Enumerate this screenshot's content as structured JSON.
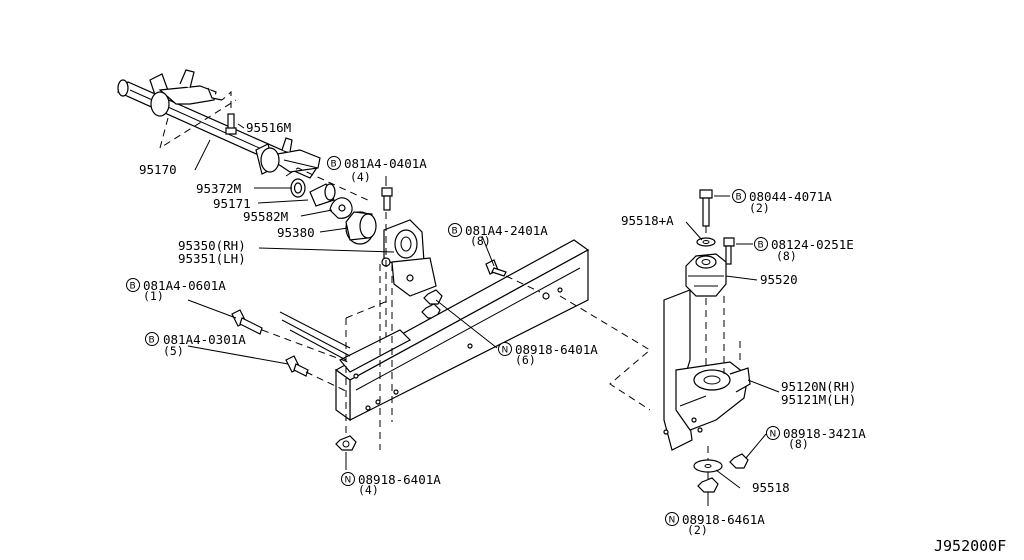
{
  "diagram": {
    "reference_code": "J952000F",
    "callouts": [
      {
        "id": "c1",
        "prefix": "",
        "text": "95516M",
        "qty": ""
      },
      {
        "id": "c2",
        "prefix": "",
        "text": "95170",
        "qty": ""
      },
      {
        "id": "c3",
        "prefix": "B",
        "text": "081A4-0401A",
        "qty": "(4)"
      },
      {
        "id": "c4",
        "prefix": "",
        "text": "95372M",
        "qty": ""
      },
      {
        "id": "c5",
        "prefix": "",
        "text": "95171",
        "qty": ""
      },
      {
        "id": "c6",
        "prefix": "",
        "text": "95582M",
        "qty": ""
      },
      {
        "id": "c7",
        "prefix": "",
        "text": "95380",
        "qty": ""
      },
      {
        "id": "c8",
        "prefix": "",
        "text": "95350(RH)",
        "qty": ""
      },
      {
        "id": "c9",
        "prefix": "",
        "text": "95351(LH)",
        "qty": ""
      },
      {
        "id": "c10",
        "prefix": "B",
        "text": "081A4-2401A",
        "qty": "(8)"
      },
      {
        "id": "c11",
        "prefix": "B",
        "text": "081A4-0601A",
        "qty": "(1)"
      },
      {
        "id": "c12",
        "prefix": "B",
        "text": "081A4-0301A",
        "qty": "(5)"
      },
      {
        "id": "c13",
        "prefix": "N",
        "text": "08918-6401A",
        "qty": "(6)"
      },
      {
        "id": "c14",
        "prefix": "N",
        "text": "08918-6401A",
        "qty": "(4)"
      },
      {
        "id": "c15",
        "prefix": "B",
        "text": "08044-4071A",
        "qty": "(2)"
      },
      {
        "id": "c16",
        "prefix": "",
        "text": "95518+A",
        "qty": ""
      },
      {
        "id": "c17",
        "prefix": "B",
        "text": "08124-0251E",
        "qty": "(8)"
      },
      {
        "id": "c18",
        "prefix": "",
        "text": "95520",
        "qty": ""
      },
      {
        "id": "c19",
        "prefix": "",
        "text": "95120N(RH)",
        "qty": ""
      },
      {
        "id": "c20",
        "prefix": "",
        "text": "95121M(LH)",
        "qty": ""
      },
      {
        "id": "c21",
        "prefix": "N",
        "text": "08918-3421A",
        "qty": "(8)"
      },
      {
        "id": "c22",
        "prefix": "",
        "text": "95518",
        "qty": ""
      },
      {
        "id": "c23",
        "prefix": "N",
        "text": "08918-6461A",
        "qty": "(2)"
      }
    ]
  }
}
